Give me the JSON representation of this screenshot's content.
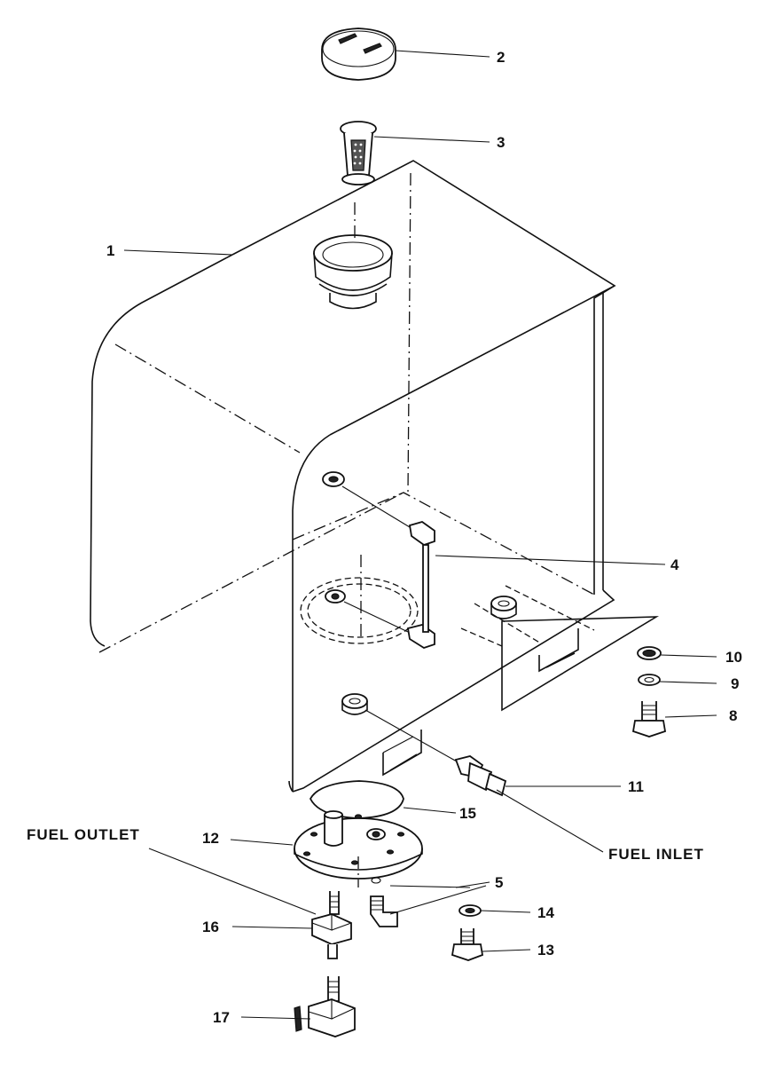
{
  "diagram": {
    "part_numbers": {
      "p1": "1",
      "p2": "2",
      "p3": "3",
      "p4": "4",
      "p5": "5",
      "p8": "8",
      "p9": "9",
      "p10": "10",
      "p11": "11",
      "p12": "12",
      "p13": "13",
      "p14": "14",
      "p15": "15",
      "p16": "16",
      "p17": "17"
    },
    "labels": {
      "fuel_outlet": "FUEL OUTLET",
      "fuel_inlet": "FUEL INLET"
    }
  }
}
